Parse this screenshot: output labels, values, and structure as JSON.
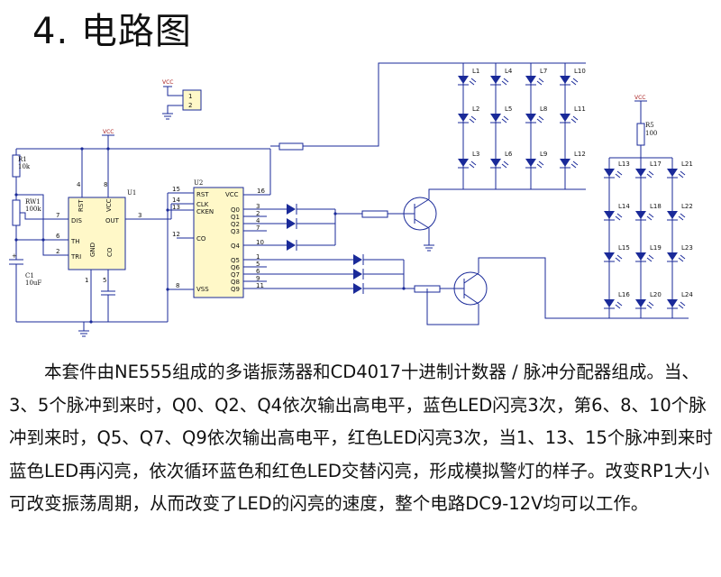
{
  "title": "4. 电路图",
  "schematic": {
    "u1": {
      "ref": "U1",
      "pins": {
        "rst": "RST",
        "vcc": "VCC",
        "dis": "DIS",
        "out": "OUT",
        "th": "TH",
        "gnd": "GND",
        "tri": "TRI",
        "co": "CO"
      },
      "pin_numbers": {
        "p4": "4",
        "p8": "8",
        "p7": "7",
        "p3": "3",
        "p6": "6",
        "p2": "2",
        "p1": "1",
        "p5": "5"
      }
    },
    "u2": {
      "ref": "U2",
      "pins": {
        "rst": "RST",
        "clk": "CLK",
        "cken": "CKEN",
        "co": "CO",
        "vss": "VSS",
        "vcc": "VCC",
        "q": [
          "Q0",
          "Q1",
          "Q2",
          "Q3",
          "Q4",
          "Q5",
          "Q6",
          "Q7",
          "Q8",
          "Q9"
        ]
      },
      "pin_numbers": {
        "p15": "15",
        "p14": "14",
        "p13": "13",
        "p12": "12",
        "p8": "8",
        "p16": "16",
        "q": [
          "3",
          "2",
          "4",
          "7",
          "10",
          "1",
          "5",
          "6",
          "9",
          "11"
        ]
      }
    },
    "r1": {
      "ref": "R1",
      "value": "10k"
    },
    "rw1": {
      "ref": "RW1",
      "value": "100k"
    },
    "c1": {
      "ref": "C1",
      "value": "10uF"
    },
    "r5": {
      "ref": "R5",
      "value": "100"
    },
    "connector": {
      "pin1": "1",
      "pin2": "2"
    },
    "vcc_label": "VCC",
    "leds_blue": [
      "L1",
      "L2",
      "L3",
      "L4",
      "L5",
      "L6",
      "L7",
      "L8",
      "L9",
      "L10",
      "L11",
      "L12"
    ],
    "leds_red": [
      "L13",
      "L14",
      "L15",
      "L16",
      "L17",
      "L18",
      "L19",
      "L20",
      "L21",
      "L22",
      "L23",
      "L24"
    ]
  },
  "description": "本套件由NE555组成的多谐振荡器和CD4017十进制计数器 / 脉冲分配器组成。当、3、5个脉冲到来时，Q0、Q2、Q4依次输出高电平，蓝色LED闪亮3次，第6、8、10个脉冲到来时，Q5、Q7、Q9依次输出高电平，红色LED闪亮3次，当1、13、15个脉冲到来时蓝色LED再闪亮，依次循环蓝色和红色LED交替闪亮，形成模拟警灯的样子。改变RP1大小可改变振荡周期，从而改变了LED的闪亮的速度，整个电路DC9-12V均可以工作。",
  "colors": {
    "wire": "#1a2a99",
    "ic_fill": "#fff8c8",
    "vcc": "#aa2222"
  }
}
